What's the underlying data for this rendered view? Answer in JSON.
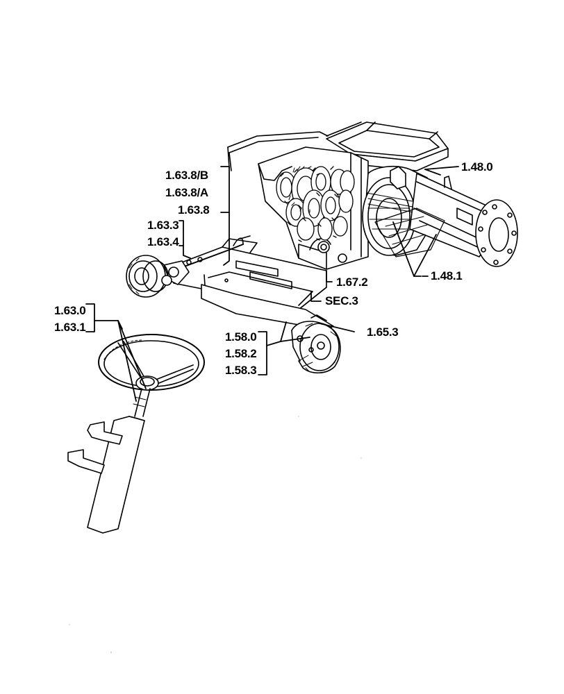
{
  "diagram": {
    "callouts": {
      "c_1_48_0": "1.48.0",
      "c_1_48_1": "1.48.1",
      "c_1_63_8b": "1.63.8/B",
      "c_1_63_8a": "1.63.8/A",
      "c_1_63_8": "1.63.8",
      "c_1_63_3": "1.63.3",
      "c_1_63_4": "1.63.4",
      "c_1_67_2": "1.67.2",
      "c_sec_3": "SEC.3",
      "c_1_65_3": "1.65.3",
      "c_1_63_0": "1.63.0",
      "c_1_63_1": "1.63.1",
      "c_1_58_0": "1.58.0",
      "c_1_58_2": "1.58.2",
      "c_1_58_3": "1.58.3"
    }
  }
}
